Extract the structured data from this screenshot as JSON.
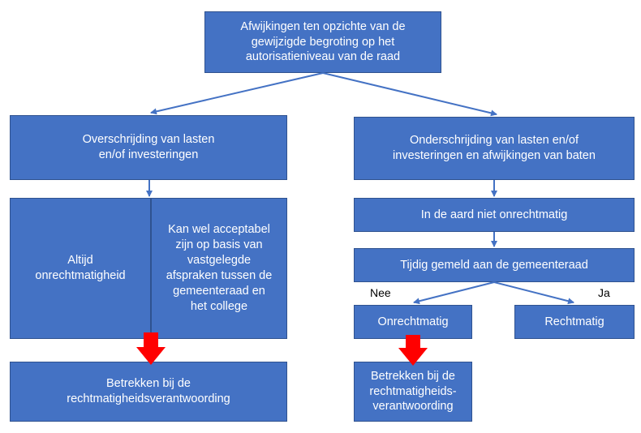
{
  "colors": {
    "box_fill": "#4472c4",
    "box_border": "#2f528f",
    "connector": "#4472c4",
    "emphasis_arrow": "#ff0000",
    "text": "#ffffff"
  },
  "nodes": {
    "top": "Afwijkingen ten opzichte van de\ngewijzigde begroting op het\nautorisatieniveau van de raad",
    "left_header": "Overschrijding van lasten\nen/of investeringen",
    "right_header": "Onderschrijding van lasten en/of\ninvesteringen en afwijkingen van baten",
    "left_always": "Altijd\nonrechtmatigheid",
    "left_acceptable": "Kan wel acceptabel\nzijn op basis van\nvastgelegde\nafspraken tussen de\ngemeenteraad en\nhet college",
    "right_nature": "In de aard niet onrechtmatig",
    "right_reported": "Tijdig gemeld aan de gemeenteraad",
    "right_unlawful": "Onrechtmatig",
    "right_lawful": "Rechtmatig",
    "left_include": "Betrekken bij de\nrechtmatigheidsverantwoording",
    "right_include": "Betrekken bij de\nrechtmatigheids-\nverantwoording"
  },
  "branch_labels": {
    "no": "Nee",
    "yes": "Ja"
  },
  "icons": {
    "emphasis": "red-down-arrow-icon"
  }
}
